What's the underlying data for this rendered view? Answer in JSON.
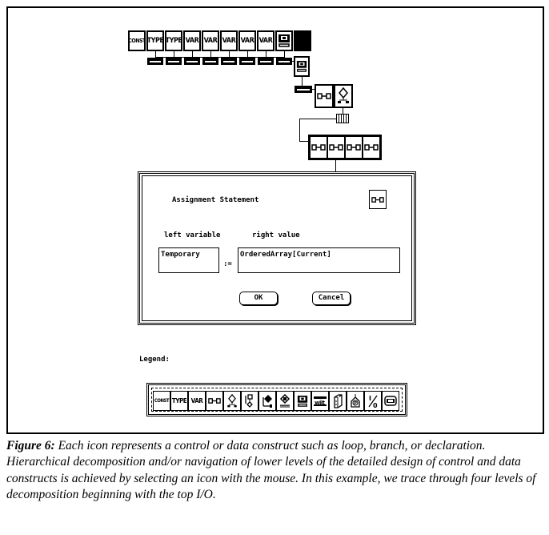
{
  "figure": {
    "top_row_icons": [
      "CONST",
      "TYPE",
      "TYPE",
      "VAR",
      "VAR",
      "VAR",
      "VAR",
      "VAR",
      "io-monitor-icon",
      "selected-black-icon"
    ],
    "sub_block_count": 8,
    "level2_icon": "io-monitor-icon",
    "level3_icons": [
      "assignment-icon",
      "branch-icon"
    ],
    "level4_icons": [
      "assignment-icon",
      "assignment-icon",
      "assignment-icon",
      "assignment-icon"
    ]
  },
  "dialog": {
    "title": "Assignment Statement",
    "left_label": "left variable",
    "right_label": "right value",
    "left_value": "Temporary",
    "operator": ":=",
    "right_value": "OrderedArray[Current]",
    "ok_label": "OK",
    "cancel_label": "Cancel"
  },
  "legend": {
    "label": "Legend:",
    "items": [
      "CONST",
      "TYPE",
      "VAR",
      "assignment",
      "branch",
      "loop",
      "case",
      "for-loop",
      "io",
      "write",
      "file",
      "procedure",
      "input-output",
      "call"
    ]
  },
  "caption": {
    "figure_label": "Figure 6:",
    "text": " Each icon represents a control or data construct such as loop, branch, or declaration. Hierarchical decomposition and/or navigation of lower levels of the detailed design of control and data constructs is achieved by selecting an icon with the mouse. In this example, we trace through four levels of decomposition beginning with the top I/O."
  }
}
